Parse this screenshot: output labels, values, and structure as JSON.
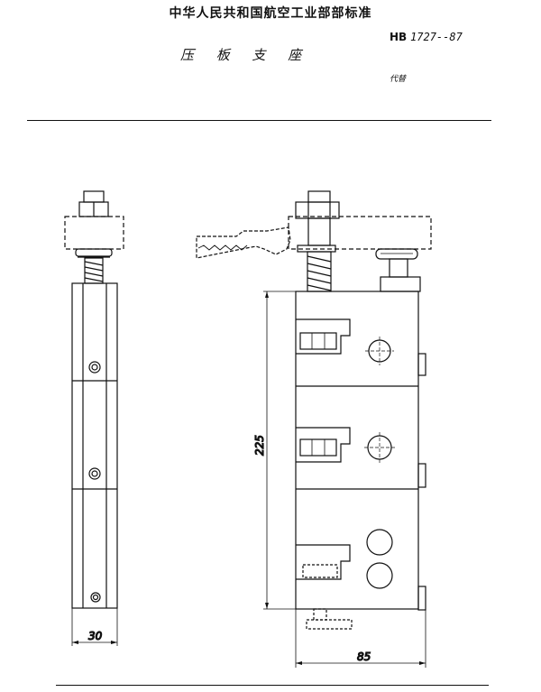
{
  "header": {
    "organization": "中华人民共和国航空工业部部标准",
    "standard_prefix": "HB",
    "standard_number": "1727--87",
    "replaces_label": "代替",
    "title": "压 板 支 座"
  },
  "drawing": {
    "dim_width": "30",
    "dim_height": "225",
    "dim_depth": "85"
  }
}
